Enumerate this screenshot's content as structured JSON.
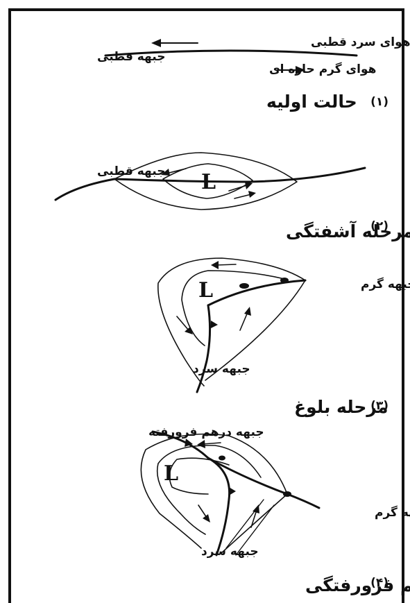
{
  "stage1": {
    "cold_air": "هوای سرد قطبی",
    "warm_air": "هوای گرم حاره ای",
    "front_label": "جبهه قطبی",
    "title": "حالت اولیه",
    "number": "(۱)"
  },
  "stage2": {
    "front_label": "جبهه قطبی",
    "low": "L",
    "title": "مرحله آشفتگی",
    "number": "(۲)"
  },
  "stage3": {
    "warm_front": "جبهه گرم",
    "cold_front": "جبهه سرد",
    "low": "L",
    "title": "مرحله بلوغ",
    "number": "(۳)"
  },
  "stage4": {
    "occluded_front": "جبهه درهم فرورفته",
    "warm_front": "جبهه گرم",
    "cold_front": "جبهه سرد",
    "low": "L",
    "title": "مرحله درهم فرورفتگی",
    "number": "(۴)"
  }
}
